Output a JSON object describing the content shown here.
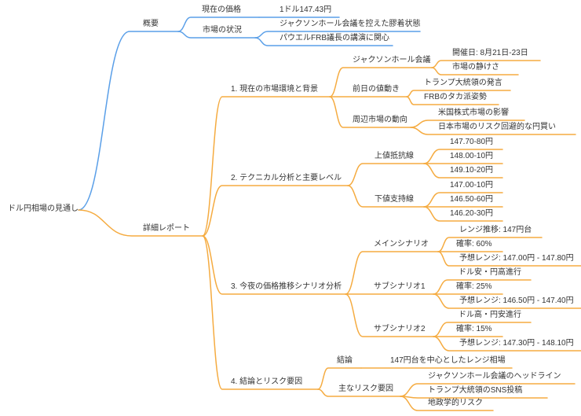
{
  "colors": {
    "blue": "#5A9FE8",
    "orange": "#F5AB40",
    "text": "#333333",
    "background": "#ffffff"
  },
  "root": {
    "label": "ドル円相場の見通し",
    "children": [
      {
        "label": "概要",
        "children": [
          {
            "label": "現在の価格",
            "children": [
              {
                "label": "1ドル147.43円"
              }
            ]
          },
          {
            "label": "市場の状況",
            "children": [
              {
                "label": "ジャクソンホール会議を控えた膠着状態"
              },
              {
                "label": "パウエルFRB議長の講演に関心"
              }
            ]
          }
        ]
      },
      {
        "label": "詳細レポート",
        "children": [
          {
            "label": "1. 現在の市場環境と背景",
            "children": [
              {
                "label": "ジャクソンホール会議",
                "children": [
                  {
                    "label": "開催日: 8月21日-23日"
                  },
                  {
                    "label": "市場の静けさ"
                  }
                ]
              },
              {
                "label": "前日の値動き",
                "children": [
                  {
                    "label": "トランプ大統領の発言"
                  },
                  {
                    "label": "FRBのタカ派姿勢"
                  }
                ]
              },
              {
                "label": "周辺市場の動向",
                "children": [
                  {
                    "label": "米国株式市場の影響"
                  },
                  {
                    "label": "日本市場のリスク回避的な円買い"
                  }
                ]
              }
            ]
          },
          {
            "label": "2. テクニカル分析と主要レベル",
            "children": [
              {
                "label": "上値抵抗線",
                "children": [
                  {
                    "label": "147.70-80円"
                  },
                  {
                    "label": "148.00-10円"
                  },
                  {
                    "label": "149.10-20円"
                  }
                ]
              },
              {
                "label": "下値支持線",
                "children": [
                  {
                    "label": "147.00-10円"
                  },
                  {
                    "label": "146.50-60円"
                  },
                  {
                    "label": "146.20-30円"
                  }
                ]
              }
            ]
          },
          {
            "label": "3. 今夜の価格推移シナリオ分析",
            "children": [
              {
                "label": "メインシナリオ",
                "children": [
                  {
                    "label": "レンジ推移: 147円台"
                  },
                  {
                    "label": "確率: 60%"
                  },
                  {
                    "label": "予想レンジ: 147.00円 - 147.80円"
                  }
                ]
              },
              {
                "label": "サブシナリオ1",
                "children": [
                  {
                    "label": "ドル安・円高進行"
                  },
                  {
                    "label": "確率: 25%"
                  },
                  {
                    "label": "予想レンジ: 146.50円 - 147.40円"
                  }
                ]
              },
              {
                "label": "サブシナリオ2",
                "children": [
                  {
                    "label": "ドル高・円安進行"
                  },
                  {
                    "label": "確率: 15%"
                  },
                  {
                    "label": "予想レンジ: 147.30円 - 148.10円"
                  }
                ]
              }
            ]
          },
          {
            "label": "4. 結論とリスク要因",
            "children": [
              {
                "label": "結論",
                "children": [
                  {
                    "label": "147円台を中心としたレンジ相場"
                  }
                ]
              },
              {
                "label": "主なリスク要因",
                "children": [
                  {
                    "label": "ジャクソンホール会議のヘッドライン"
                  },
                  {
                    "label": "トランプ大統領のSNS投稿"
                  },
                  {
                    "label": "地政学的リスク"
                  }
                ]
              }
            ]
          }
        ]
      }
    ]
  }
}
